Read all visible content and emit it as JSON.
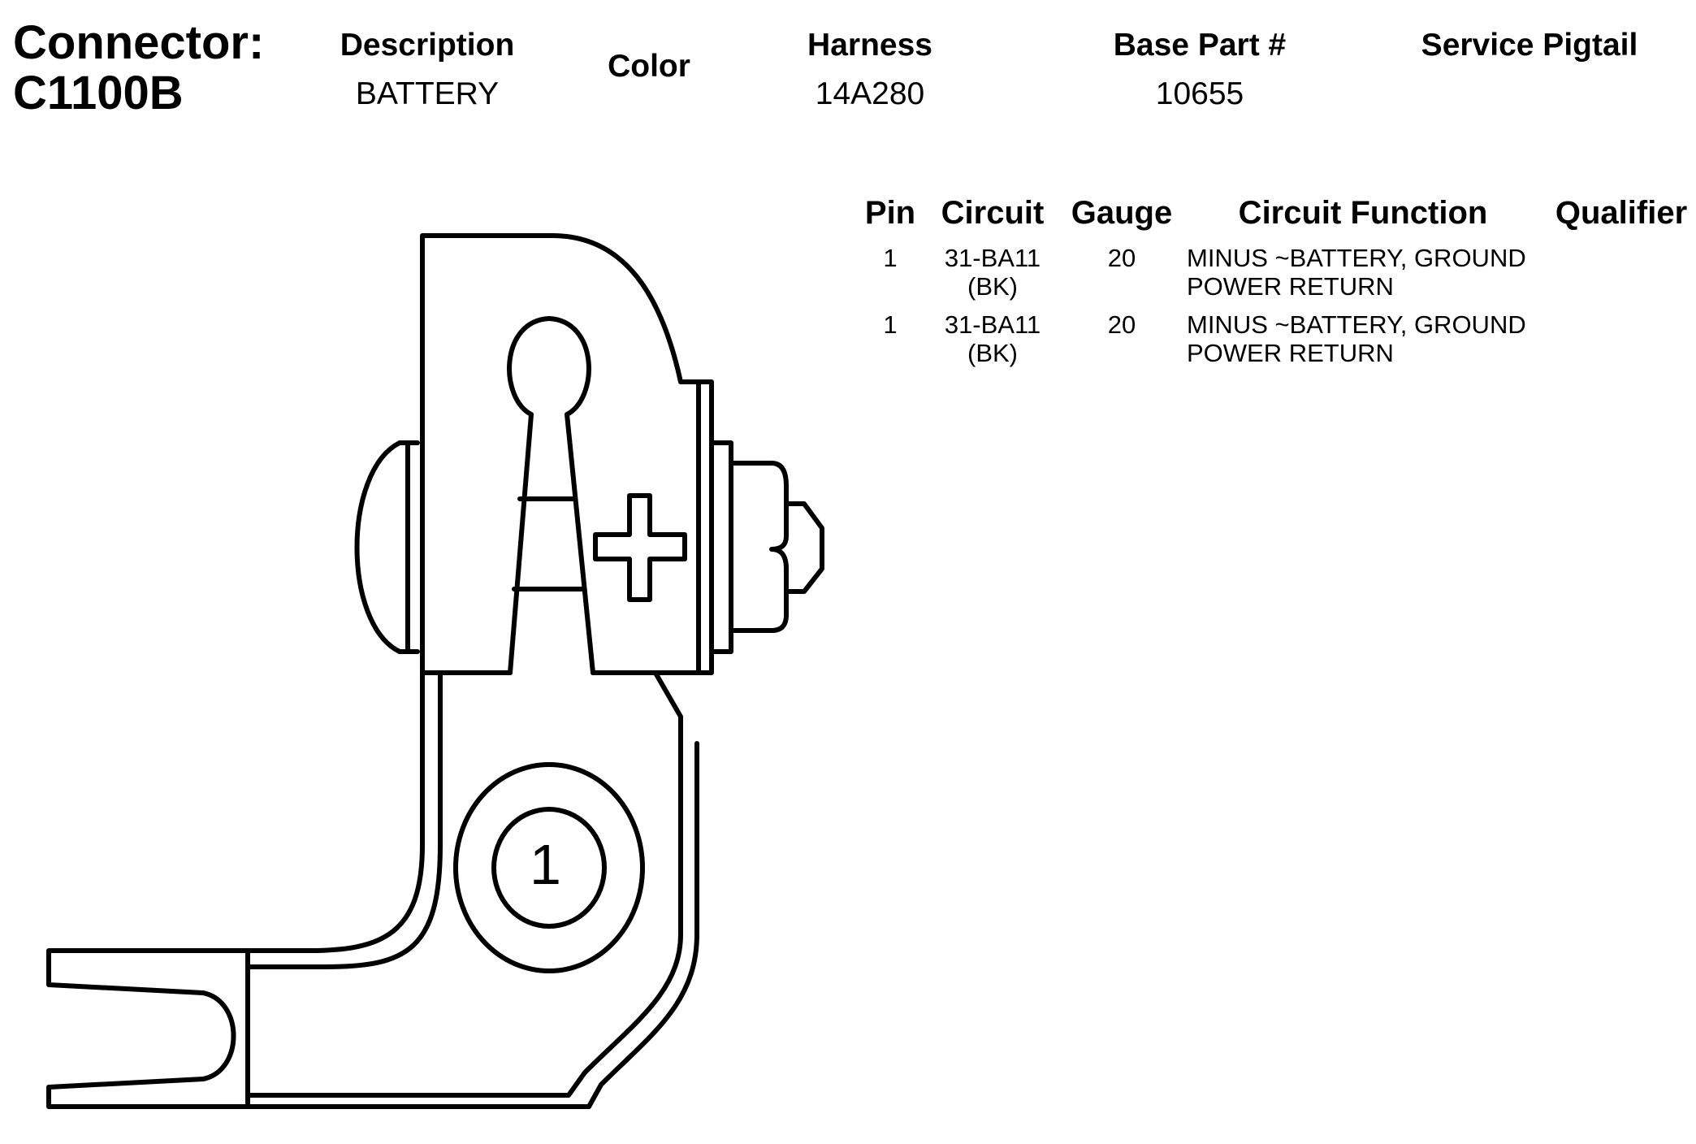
{
  "header": {
    "connector_label": "Connector:",
    "connector_id": "C1100B",
    "description_label": "Description",
    "description_value": "BATTERY",
    "color_label": "Color",
    "harness_label": "Harness",
    "harness_value": "14A280",
    "base_part_label": "Base Part #",
    "base_part_value": "10655",
    "service_pigtail_label": "Service Pigtail"
  },
  "table": {
    "columns": [
      "Pin",
      "Circuit",
      "Gauge",
      "Circuit Function",
      "Qualifier"
    ],
    "rows": [
      {
        "pin": "1",
        "circuit_line1": "31-BA11",
        "circuit_line2": "(BK)",
        "gauge": "20",
        "function_line1": "MINUS ~BATTERY, GROUND",
        "function_line2": "POWER RETURN",
        "qualifier": ""
      },
      {
        "pin": "1",
        "circuit_line1": "31-BA11",
        "circuit_line2": "(BK)",
        "gauge": "20",
        "function_line1": "MINUS ~BATTERY, GROUND",
        "function_line2": "POWER RETURN",
        "qualifier": ""
      }
    ]
  },
  "drawing": {
    "pin_label": "1",
    "icons": [
      "battery-terminal-connector-drawing",
      "plus-icon"
    ],
    "stroke_color": "#000000"
  }
}
